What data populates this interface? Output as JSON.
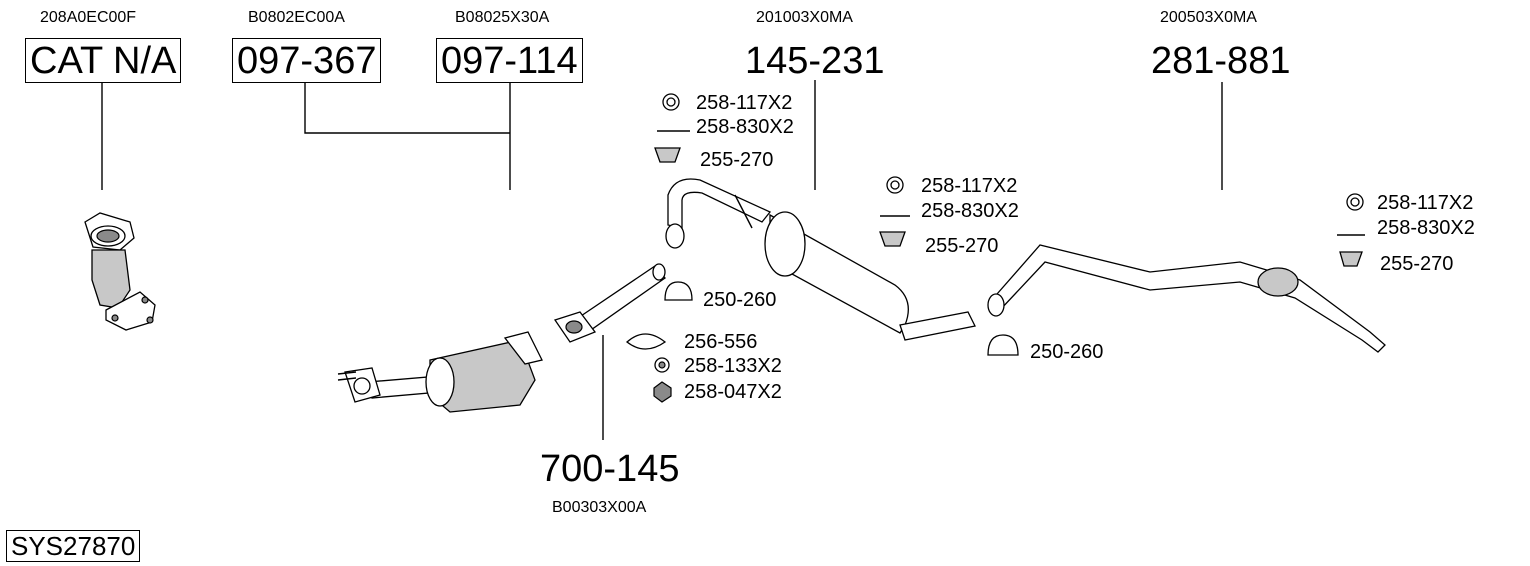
{
  "system_code": "SYS27870",
  "sections": [
    {
      "oem": "208A0EC00F",
      "part": "CAT N/A"
    },
    {
      "oem": "B0802EC00A",
      "part": "097-367"
    },
    {
      "oem": "B08025X30A",
      "part": "097-114"
    },
    {
      "oem": "201003X0MA",
      "part": "145-231"
    },
    {
      "oem": "200503X0MA",
      "part": "281-881"
    },
    {
      "oem": "B00303X00A",
      "part": "700-145"
    }
  ],
  "accessories": {
    "middle": [
      "258-117X2",
      "258-830X2",
      "255-270"
    ],
    "center": [
      "258-117X2",
      "258-830X2",
      "255-270"
    ],
    "rear": [
      "258-117X2",
      "258-830X2",
      "255-270"
    ],
    "clamp_front": "250-260",
    "clamp_rear": "250-260",
    "front_pipe": [
      "256-556",
      "258-133X2",
      "258-047X2"
    ]
  }
}
